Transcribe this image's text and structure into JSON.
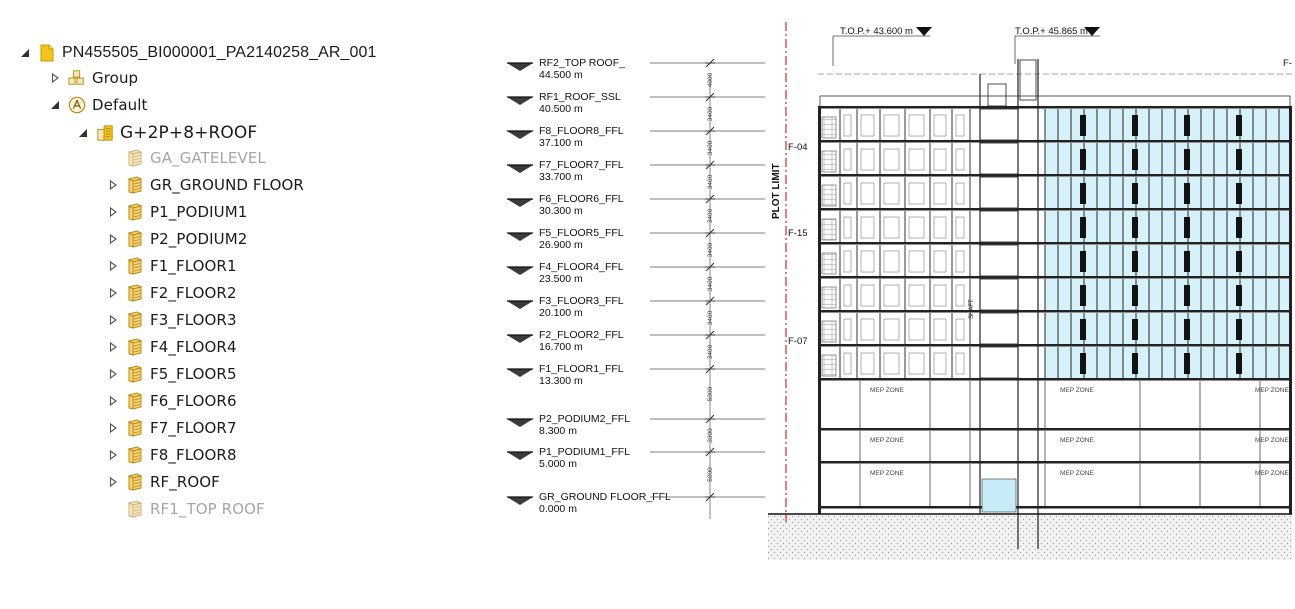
{
  "tree": {
    "root": {
      "label": "PN455505_BI000001_PA2140258_AR_001",
      "expanded": true
    },
    "group": {
      "label": "Group",
      "expanded": false
    },
    "default": {
      "label": "Default",
      "expanded": true
    },
    "building": {
      "label": "G+2P+8+ROOF",
      "expanded": true
    },
    "levels": [
      {
        "label": "GA_GATELEVEL",
        "dim": true,
        "expandable": false
      },
      {
        "label": "GR_GROUND FLOOR",
        "dim": false,
        "expandable": true
      },
      {
        "label": "P1_PODIUM1",
        "dim": false,
        "expandable": true
      },
      {
        "label": "P2_PODIUM2",
        "dim": false,
        "expandable": true
      },
      {
        "label": "F1_FLOOR1",
        "dim": false,
        "expandable": true
      },
      {
        "label": "F2_FLOOR2",
        "dim": false,
        "expandable": true
      },
      {
        "label": "F3_FLOOR3",
        "dim": false,
        "expandable": true
      },
      {
        "label": "F4_FLOOR4",
        "dim": false,
        "expandable": true
      },
      {
        "label": "F5_FLOOR5",
        "dim": false,
        "expandable": true
      },
      {
        "label": "F6_FLOOR6",
        "dim": false,
        "expandable": true
      },
      {
        "label": "F7_FLOOR7",
        "dim": false,
        "expandable": true
      },
      {
        "label": "F8_FLOOR8",
        "dim": false,
        "expandable": true
      },
      {
        "label": "RF_ROOF",
        "dim": false,
        "expandable": true
      },
      {
        "label": "RF1_TOP ROOF",
        "dim": true,
        "expandable": false
      }
    ]
  },
  "section": {
    "levels": [
      {
        "name": "RF2_TOP ROOF_",
        "elev": "44.500 m"
      },
      {
        "name": "RF1_ROOF_SSL",
        "elev": "40.500 m"
      },
      {
        "name": "F8_FLOOR8_FFL",
        "elev": "37.100 m"
      },
      {
        "name": "F7_FLOOR7_FFL",
        "elev": "33.700 m"
      },
      {
        "name": "F6_FLOOR6_FFL",
        "elev": "30.300 m"
      },
      {
        "name": "F5_FLOOR5_FFL",
        "elev": "26.900 m"
      },
      {
        "name": "F4_FLOOR4_FFL",
        "elev": "23.500 m"
      },
      {
        "name": "F3_FLOOR3_FFL",
        "elev": "20.100 m"
      },
      {
        "name": "F2_FLOOR2_FFL",
        "elev": "16.700 m"
      },
      {
        "name": "F1_FLOOR1_FFL",
        "elev": "13.300 m"
      },
      {
        "name": "P2_PODIUM2_FFL",
        "elev": "8.300 m"
      },
      {
        "name": "P1_PODIUM1_FFL",
        "elev": "5.000 m"
      },
      {
        "name": "GR_GROUND FLOOR_FFL",
        "elev": "0.000 m"
      }
    ],
    "dims": [
      "4000",
      "3400",
      "3400",
      "3400",
      "3400",
      "3400",
      "3400",
      "3400",
      "3400",
      "5000",
      "3300",
      "5000"
    ],
    "plot_limit": "PLOT LIMIT",
    "top_marks": [
      "T.O.P.+ 43.600 m",
      "T.O.P.+ 45.865 m"
    ],
    "tags": [
      "F-04",
      "F-15",
      "F-07"
    ],
    "zone_label": "MEP ZONE",
    "shaft_label": "SHAFT",
    "edge_label": "F-"
  },
  "colors": {
    "plot_limit": "#d9262b",
    "glass": "#c8ecf7",
    "tree_folder": "#f2c318",
    "tree_level": "#e8b53a"
  }
}
